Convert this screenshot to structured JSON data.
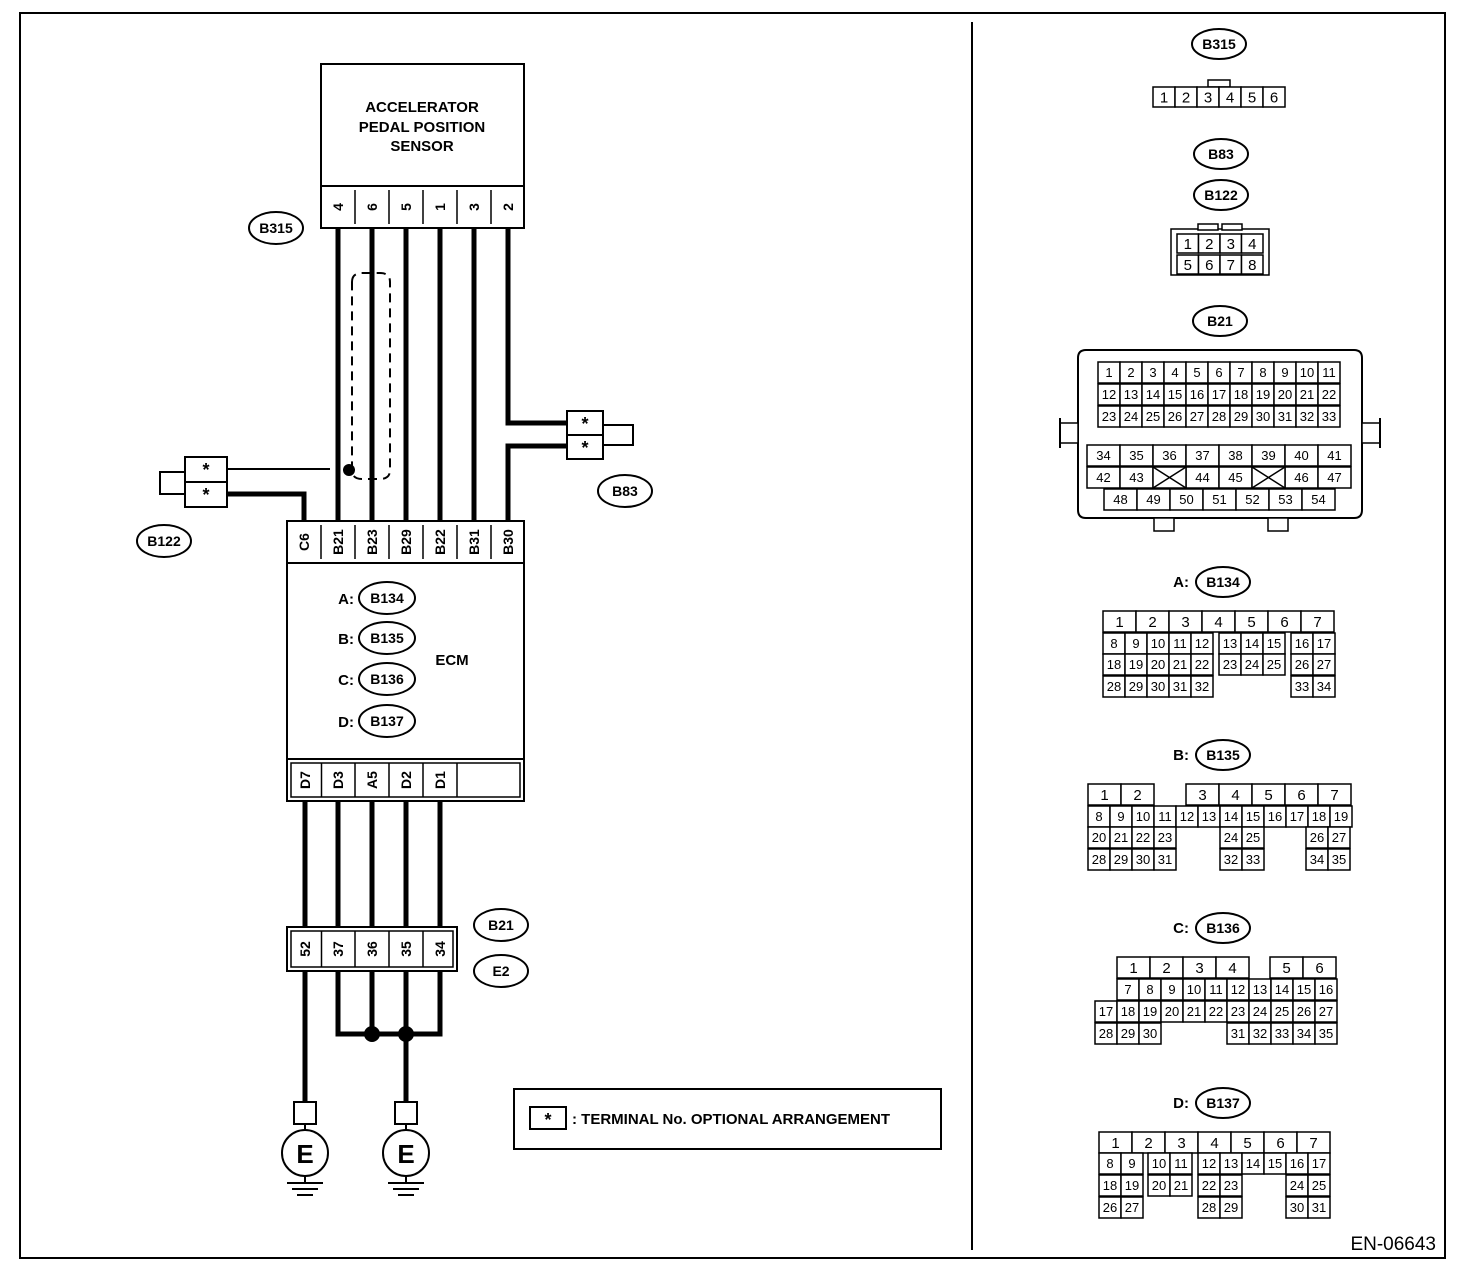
{
  "sensor": {
    "line1": "ACCELERATOR",
    "line2": "PEDAL POSITION",
    "line3": "SENSOR",
    "terminals": [
      "4",
      "6",
      "5",
      "1",
      "3",
      "2"
    ]
  },
  "connectors": {
    "b315": "B315",
    "b83": "B83",
    "b122": "B122",
    "b21": "B21",
    "e2": "E2",
    "b134": "B134",
    "b135": "B135",
    "b136": "B136",
    "b137": "B137"
  },
  "ecm": {
    "label": "ECM",
    "top_pins": [
      "C6",
      "B21",
      "B23",
      "B29",
      "B22",
      "B31",
      "B30"
    ],
    "bottom_pins": [
      "D7",
      "D3",
      "A5",
      "D2",
      "D1"
    ],
    "prefixes": [
      "A:",
      "B:",
      "C:",
      "D:"
    ]
  },
  "b21_pins": [
    "52",
    "37",
    "36",
    "35",
    "34"
  ],
  "star": "*",
  "ground": "E",
  "legend": {
    "star": "*",
    "text": ": TERMINAL No. OPTIONAL ARRANGEMENT"
  },
  "figure_id": "EN-06643",
  "right": {
    "b315_pins": [
      "1",
      "2",
      "3",
      "4",
      "5",
      "6"
    ],
    "b83_row1": [
      "1",
      "2",
      "3",
      "4"
    ],
    "b83_row2": [
      "5",
      "6",
      "7",
      "8"
    ],
    "b21_top": [
      [
        "1",
        "2",
        "3",
        "4",
        "5",
        "6",
        "7",
        "8",
        "9",
        "10",
        "11"
      ],
      [
        "12",
        "13",
        "14",
        "15",
        "16",
        "17",
        "18",
        "19",
        "20",
        "21",
        "22"
      ],
      [
        "23",
        "24",
        "25",
        "26",
        "27",
        "28",
        "29",
        "30",
        "31",
        "32",
        "33"
      ]
    ],
    "b21_r4": [
      "34",
      "35",
      "36",
      "37",
      "38",
      "39",
      "40",
      "41"
    ],
    "b21_r5": [
      "42",
      "43",
      "44",
      "45",
      "46",
      "47"
    ],
    "b21_r6": [
      "48",
      "49",
      "50",
      "51",
      "52",
      "53",
      "54"
    ],
    "a_r1": [
      "1",
      "2",
      "3",
      "4",
      "5",
      "6",
      "7"
    ],
    "a_r2": [
      "8",
      "9",
      "10",
      "11",
      "12",
      "13",
      "14",
      "15",
      "16",
      "17"
    ],
    "a_r3": [
      "18",
      "19",
      "20",
      "21",
      "22",
      "23",
      "24",
      "25",
      "26",
      "27"
    ],
    "a_r4": [
      "28",
      "29",
      "30",
      "31",
      "32",
      "33",
      "34"
    ],
    "b_r1": [
      "1",
      "2",
      "3",
      "4",
      "5",
      "6",
      "7"
    ],
    "b_r2": [
      "8",
      "9",
      "10",
      "11",
      "12",
      "13",
      "14",
      "15",
      "16",
      "17",
      "18",
      "19"
    ],
    "b_r3": [
      "20",
      "21",
      "22",
      "23",
      "24",
      "25",
      "26",
      "27"
    ],
    "b_r4": [
      "28",
      "29",
      "30",
      "31",
      "32",
      "33",
      "34",
      "35"
    ],
    "c_r1": [
      "1",
      "2",
      "3",
      "4",
      "5",
      "6"
    ],
    "c_r2": [
      "7",
      "8",
      "9",
      "10",
      "11",
      "12",
      "13",
      "14",
      "15",
      "16"
    ],
    "c_r3": [
      "17",
      "18",
      "19",
      "20",
      "21",
      "22",
      "23",
      "24",
      "25",
      "26",
      "27"
    ],
    "c_r4": [
      "28",
      "29",
      "30",
      "31",
      "32",
      "33",
      "34",
      "35"
    ],
    "d_r1": [
      "1",
      "2",
      "3",
      "4",
      "5",
      "6",
      "7"
    ],
    "d_r2": [
      "8",
      "9",
      "10",
      "11",
      "12",
      "13",
      "14",
      "15",
      "16",
      "17"
    ],
    "d_r3": [
      "18",
      "19",
      "20",
      "21",
      "22",
      "23",
      "24",
      "25"
    ],
    "d_r4": [
      "26",
      "27",
      "28",
      "29",
      "30",
      "31"
    ]
  }
}
